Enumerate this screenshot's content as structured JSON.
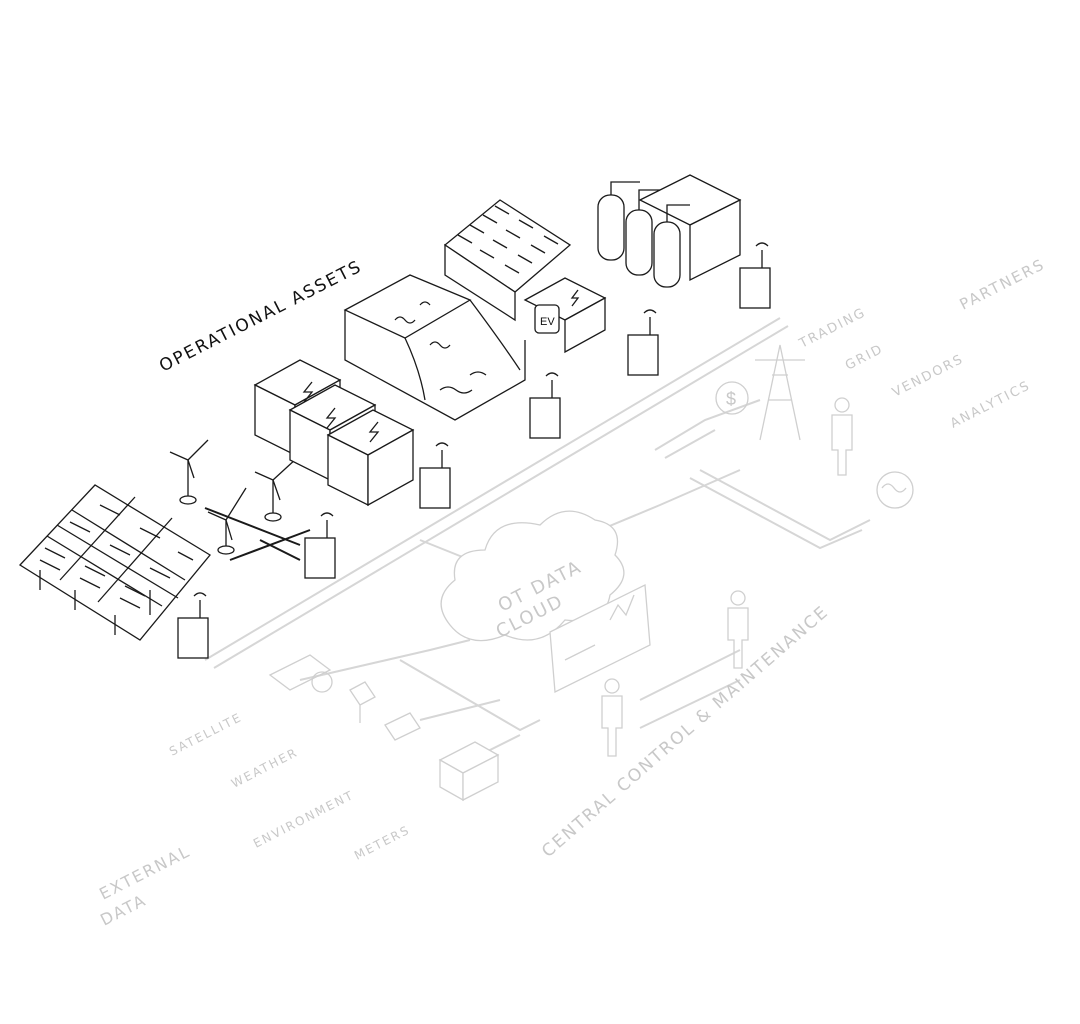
{
  "labels": {
    "operational_assets": "OPERATIONAL ASSETS",
    "cloud_line1": "OT DATA",
    "cloud_line2": "CLOUD",
    "trading": "TRADING",
    "grid": "GRID",
    "vendors": "VENDORS",
    "partners": "PARTNERS",
    "analytics": "ANALYTICS",
    "central_control": "CENTRAL CONTROL & MAINTENANCE",
    "satellite": "SATELLITE",
    "weather": "WEATHER",
    "environment": "ENVIRONMENT",
    "meters": "METERS",
    "external_line1": "EXTERNAL",
    "external_line2": "DATA",
    "ev": "EV",
    "dollar": "$"
  }
}
